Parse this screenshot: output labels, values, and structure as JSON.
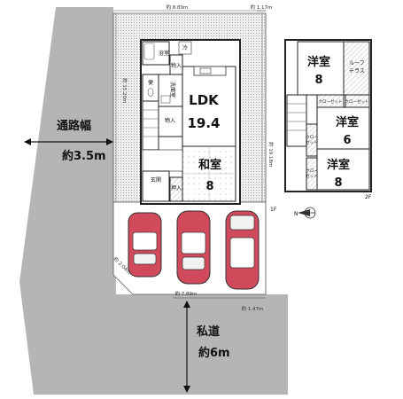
{
  "floor1": {
    "ldk": {
      "name": "LDK",
      "size": "19.4"
    },
    "washitsu": {
      "name": "和室",
      "size": "8"
    },
    "bath": "浴室",
    "toilet": "便",
    "wash": "洗面室",
    "storage1": "物入",
    "storage2": "物入",
    "storage3": "押入",
    "entrance": "玄関",
    "fridge": "冷",
    "label": "1F"
  },
  "floor2": {
    "room_a": {
      "name": "洋室",
      "size": "8"
    },
    "room_b": {
      "name": "洋室",
      "size": "6"
    },
    "room_c": {
      "name": "洋室",
      "size": "8"
    },
    "roof_terrace_1": "ルーフ",
    "roof_terrace_2": "テラス",
    "closet1": "クローゼット",
    "closet2": "クローゼット",
    "closet_v1": "クロー",
    "closet_v1b": "ゼット",
    "closet_v2": "クロー",
    "closet_v2b": "ゼット",
    "label": "2F"
  },
  "dimensions": {
    "top_width": "約 8.89m",
    "top_right": "約 1.17m",
    "left_depth": "約 15.20m",
    "right_depth": "約 19.18m",
    "corner": "約 2.04m",
    "bottom1": "約 7.89m",
    "bottom2": "約 1.47m"
  },
  "roads": {
    "left_name": "通路幅",
    "left_width": "約3.5m",
    "bottom_name": "私道",
    "bottom_width": "約6m"
  },
  "compass": "N"
}
